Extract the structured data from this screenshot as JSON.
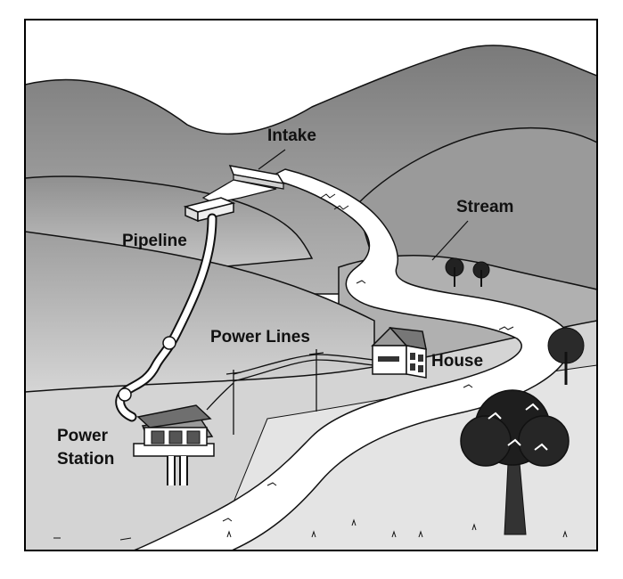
{
  "labels": {
    "intake": "Intake",
    "stream": "Stream",
    "pipeline": "Pipeline",
    "power_lines": "Power Lines",
    "house": "House",
    "power_station_line1": "Power",
    "power_station_line2": "Station"
  },
  "colors": {
    "background": "#ffffff",
    "frame": "#000000",
    "far_hills": "#8c8c8c",
    "mid_hills": "#a9a9a9",
    "near_hills": "#c4c4c4",
    "valley_floor": "#d9d9d9",
    "water": "#ffffff",
    "outline": "#111111"
  }
}
